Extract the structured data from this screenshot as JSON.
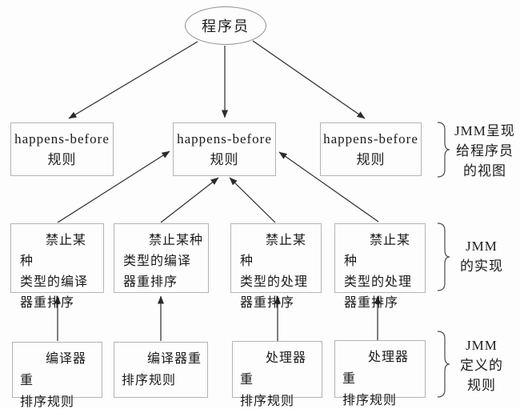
{
  "diagram": {
    "programmer_label": "程序员",
    "happens_before_boxes": [
      {
        "lines": [
          "happens-before",
          "规则"
        ]
      },
      {
        "lines": [
          "happens-before",
          "规则"
        ]
      },
      {
        "lines": [
          "happens-before",
          "规则"
        ]
      }
    ],
    "implementation_boxes": [
      {
        "lines": [
          "禁止某种",
          "类型的编译",
          "器重排序"
        ]
      },
      {
        "lines": [
          "禁止某种",
          "类型的编译",
          "器重排序"
        ]
      },
      {
        "lines": [
          "禁止某种",
          "类型的处理",
          "器重排序"
        ]
      },
      {
        "lines": [
          "禁止某种",
          "类型的处理",
          "器重排序"
        ]
      }
    ],
    "rule_boxes": [
      {
        "lines": [
          "编译器重",
          "排序规则"
        ]
      },
      {
        "lines": [
          "编译器重",
          "排序规则"
        ]
      },
      {
        "lines": [
          "处理器重",
          "排序规则"
        ]
      },
      {
        "lines": [
          "处理器重",
          "排序规则"
        ]
      }
    ],
    "annotations": {
      "view": {
        "lines": [
          "JMM呈现",
          "给程序员",
          "的视图"
        ]
      },
      "implementation": {
        "lines": [
          "JMM",
          "的实现"
        ]
      },
      "rules": {
        "lines": [
          "JMM",
          "定义的",
          "规则"
        ]
      }
    },
    "colors": {
      "background": "#fdfdfd",
      "box_border": "#b4b4b4",
      "arrow": "#2b2b2b",
      "brace": "#4a4a4a",
      "text": "#1b1b1b"
    }
  }
}
